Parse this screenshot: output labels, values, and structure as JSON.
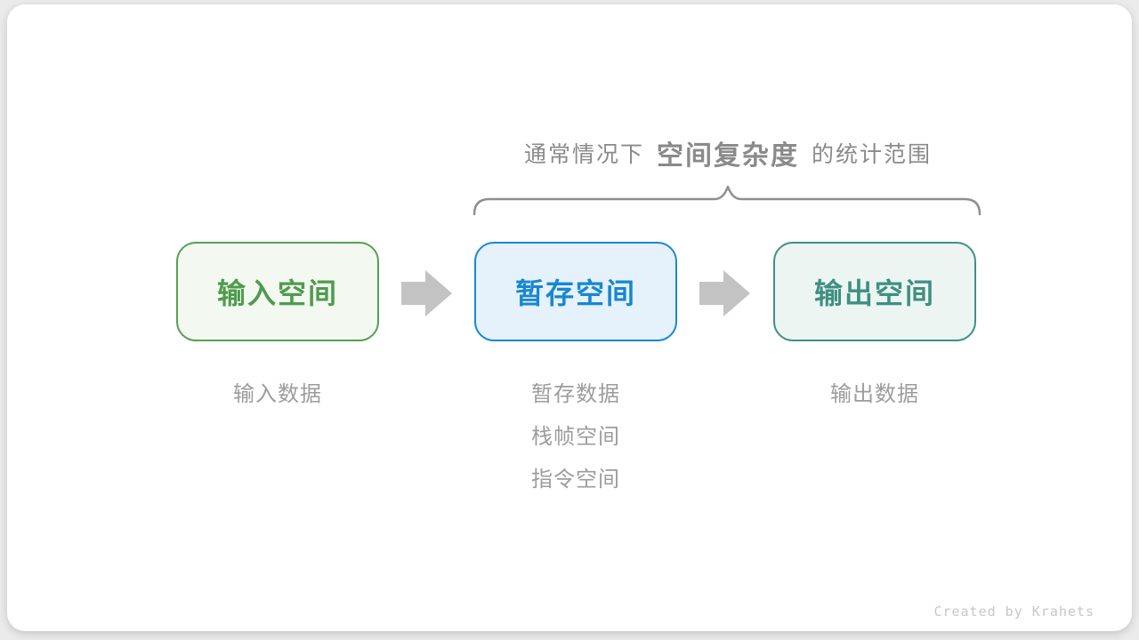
{
  "caption": {
    "prefix": "通常情况下",
    "highlight": "空间复杂度",
    "suffix": "的统计范围"
  },
  "boxes": [
    {
      "label": "输入空间",
      "border": "#55a053",
      "bg": "#f3f8f1",
      "text": "#4f9b4d"
    },
    {
      "label": "暂存空间",
      "border": "#1a87d2",
      "bg": "#e5f1fb",
      "text": "#1787d1"
    },
    {
      "label": "输出空间",
      "border": "#3f9183",
      "bg": "#edf5f2",
      "text": "#3d9081"
    }
  ],
  "notes": [
    {
      "lines": [
        "输入数据"
      ]
    },
    {
      "lines": [
        "暂存数据",
        "栈帧空间",
        "指令空间"
      ]
    },
    {
      "lines": [
        "输出数据"
      ]
    }
  ],
  "colors": {
    "arrow": "#c3c3c3",
    "brace": "#8e8e8e",
    "caption_text": "#8a8a8a",
    "note_text": "#9c9c9c",
    "card_bg": "#ffffff",
    "page_bg": "#ebebeb"
  },
  "credit": "Created by Krahets"
}
